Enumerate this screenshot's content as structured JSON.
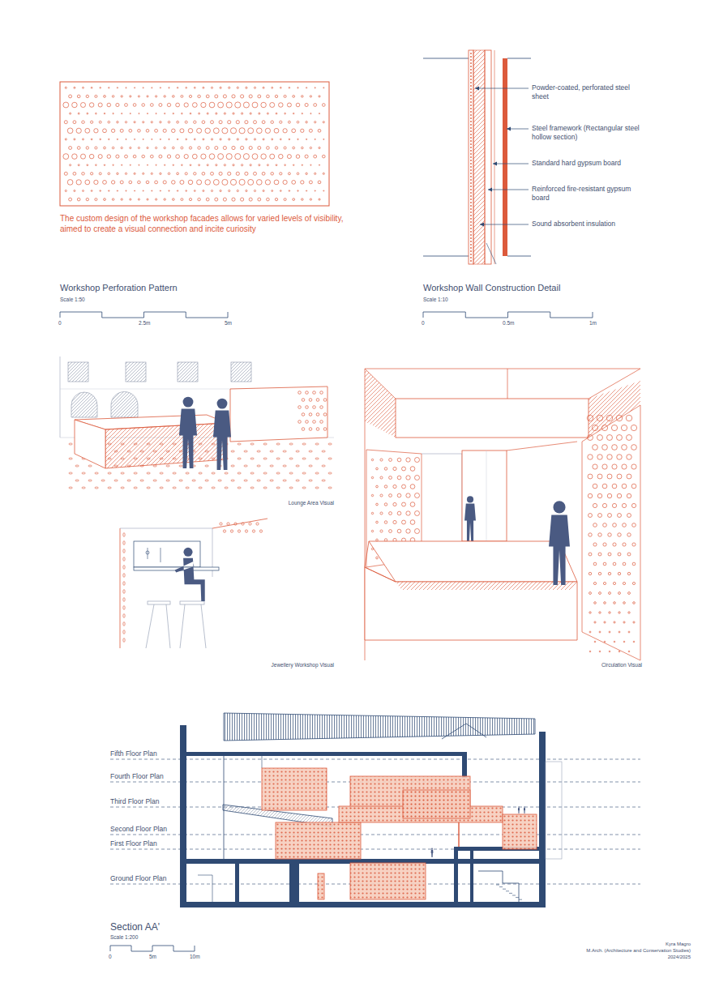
{
  "diagram": {
    "labels": [
      "The custom design of the workshop facades allows for varied levels of visibility, aimed to create a visual connection and incite curiosity",
      "Powder-coated, perforated steel sheet",
      "Steel framework (Rectangular steel hollow section)",
      "Standard hard gypsum board",
      "Reinforced fire-resistant gypsum board",
      "Sound absorbent insulation",
      "Workshop Perforation Pattern",
      "Scale 1:50",
      "0",
      "2.5m",
      "5m",
      "Workshop Wall Construction Detail",
      "Scale 1:10",
      "0",
      "0.5m",
      "1m",
      "Lounge Area Visual",
      "Jewellery Workshop Visual",
      "Circulation Visual",
      "Fifth Floor Plan",
      "Fourth Floor Plan",
      "Third Floor Plan",
      "Second Floor Plan",
      "First Floor Plan",
      "Ground Floor Plan",
      "Section AA'",
      "Scale 1:200",
      "0",
      "5m",
      "10m",
      "Kyra Magro",
      "M.Arch. (Architecture and Conservation Studies)",
      "2024/2025"
    ]
  }
}
